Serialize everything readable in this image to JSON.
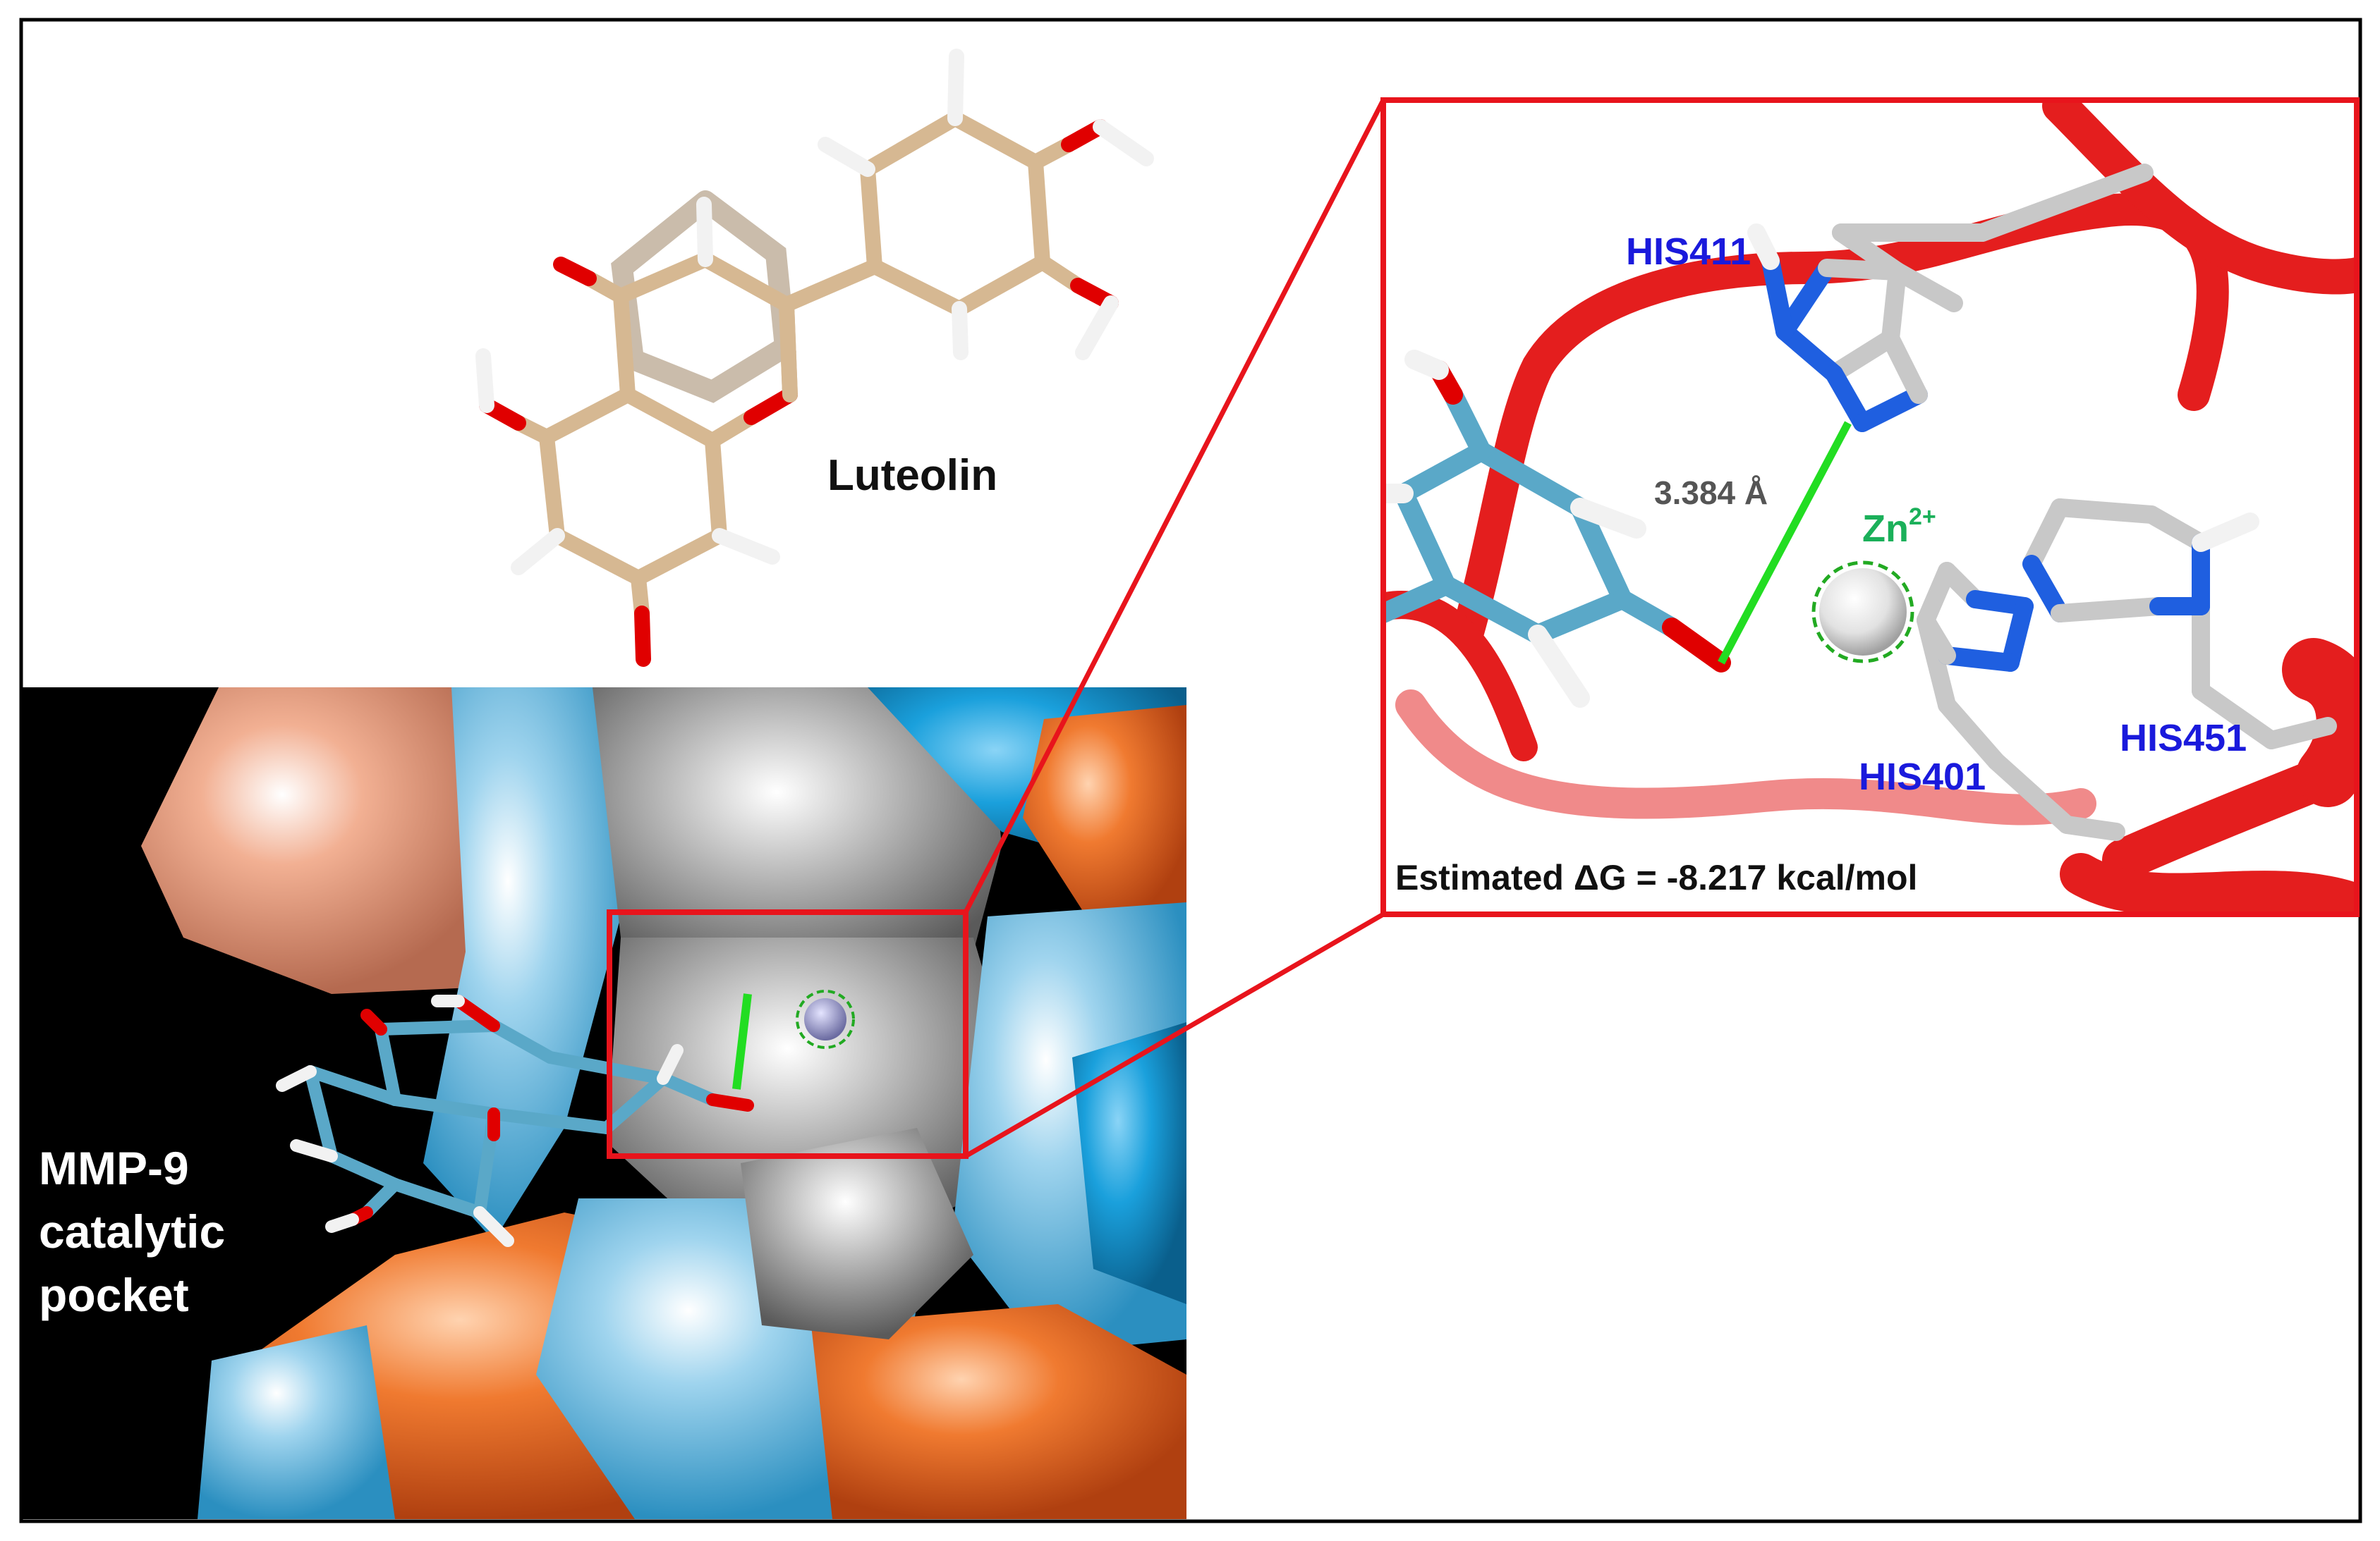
{
  "ligand": {
    "name": "Luteolin"
  },
  "pocket": {
    "label_lines": [
      "MMP-9",
      "catalytic",
      "pocket"
    ]
  },
  "inset": {
    "residues": [
      "HIS411",
      "HIS401",
      "HIS451"
    ],
    "distance_label": "3.384 Å",
    "ion": {
      "symbol": "Zn",
      "charge": "2+"
    },
    "energy": "Estimated ΔG = -8.217 kcal/mol"
  },
  "colors": {
    "frame": "#000000",
    "highlight_box": "#e8141c",
    "ribbon": "#e41e1e",
    "carbon_ligand": "#d6b892",
    "oxygen": "#e00000",
    "hydrogen": "#f2f2f2",
    "docked_carbon": "#5aa8c8",
    "his_carbon": "#c8c8c8",
    "nitrogen": "#1f5fe0",
    "hbond": "#22dd22",
    "residue_label": "#1a1adc",
    "zn_label": "#1bb05a"
  }
}
